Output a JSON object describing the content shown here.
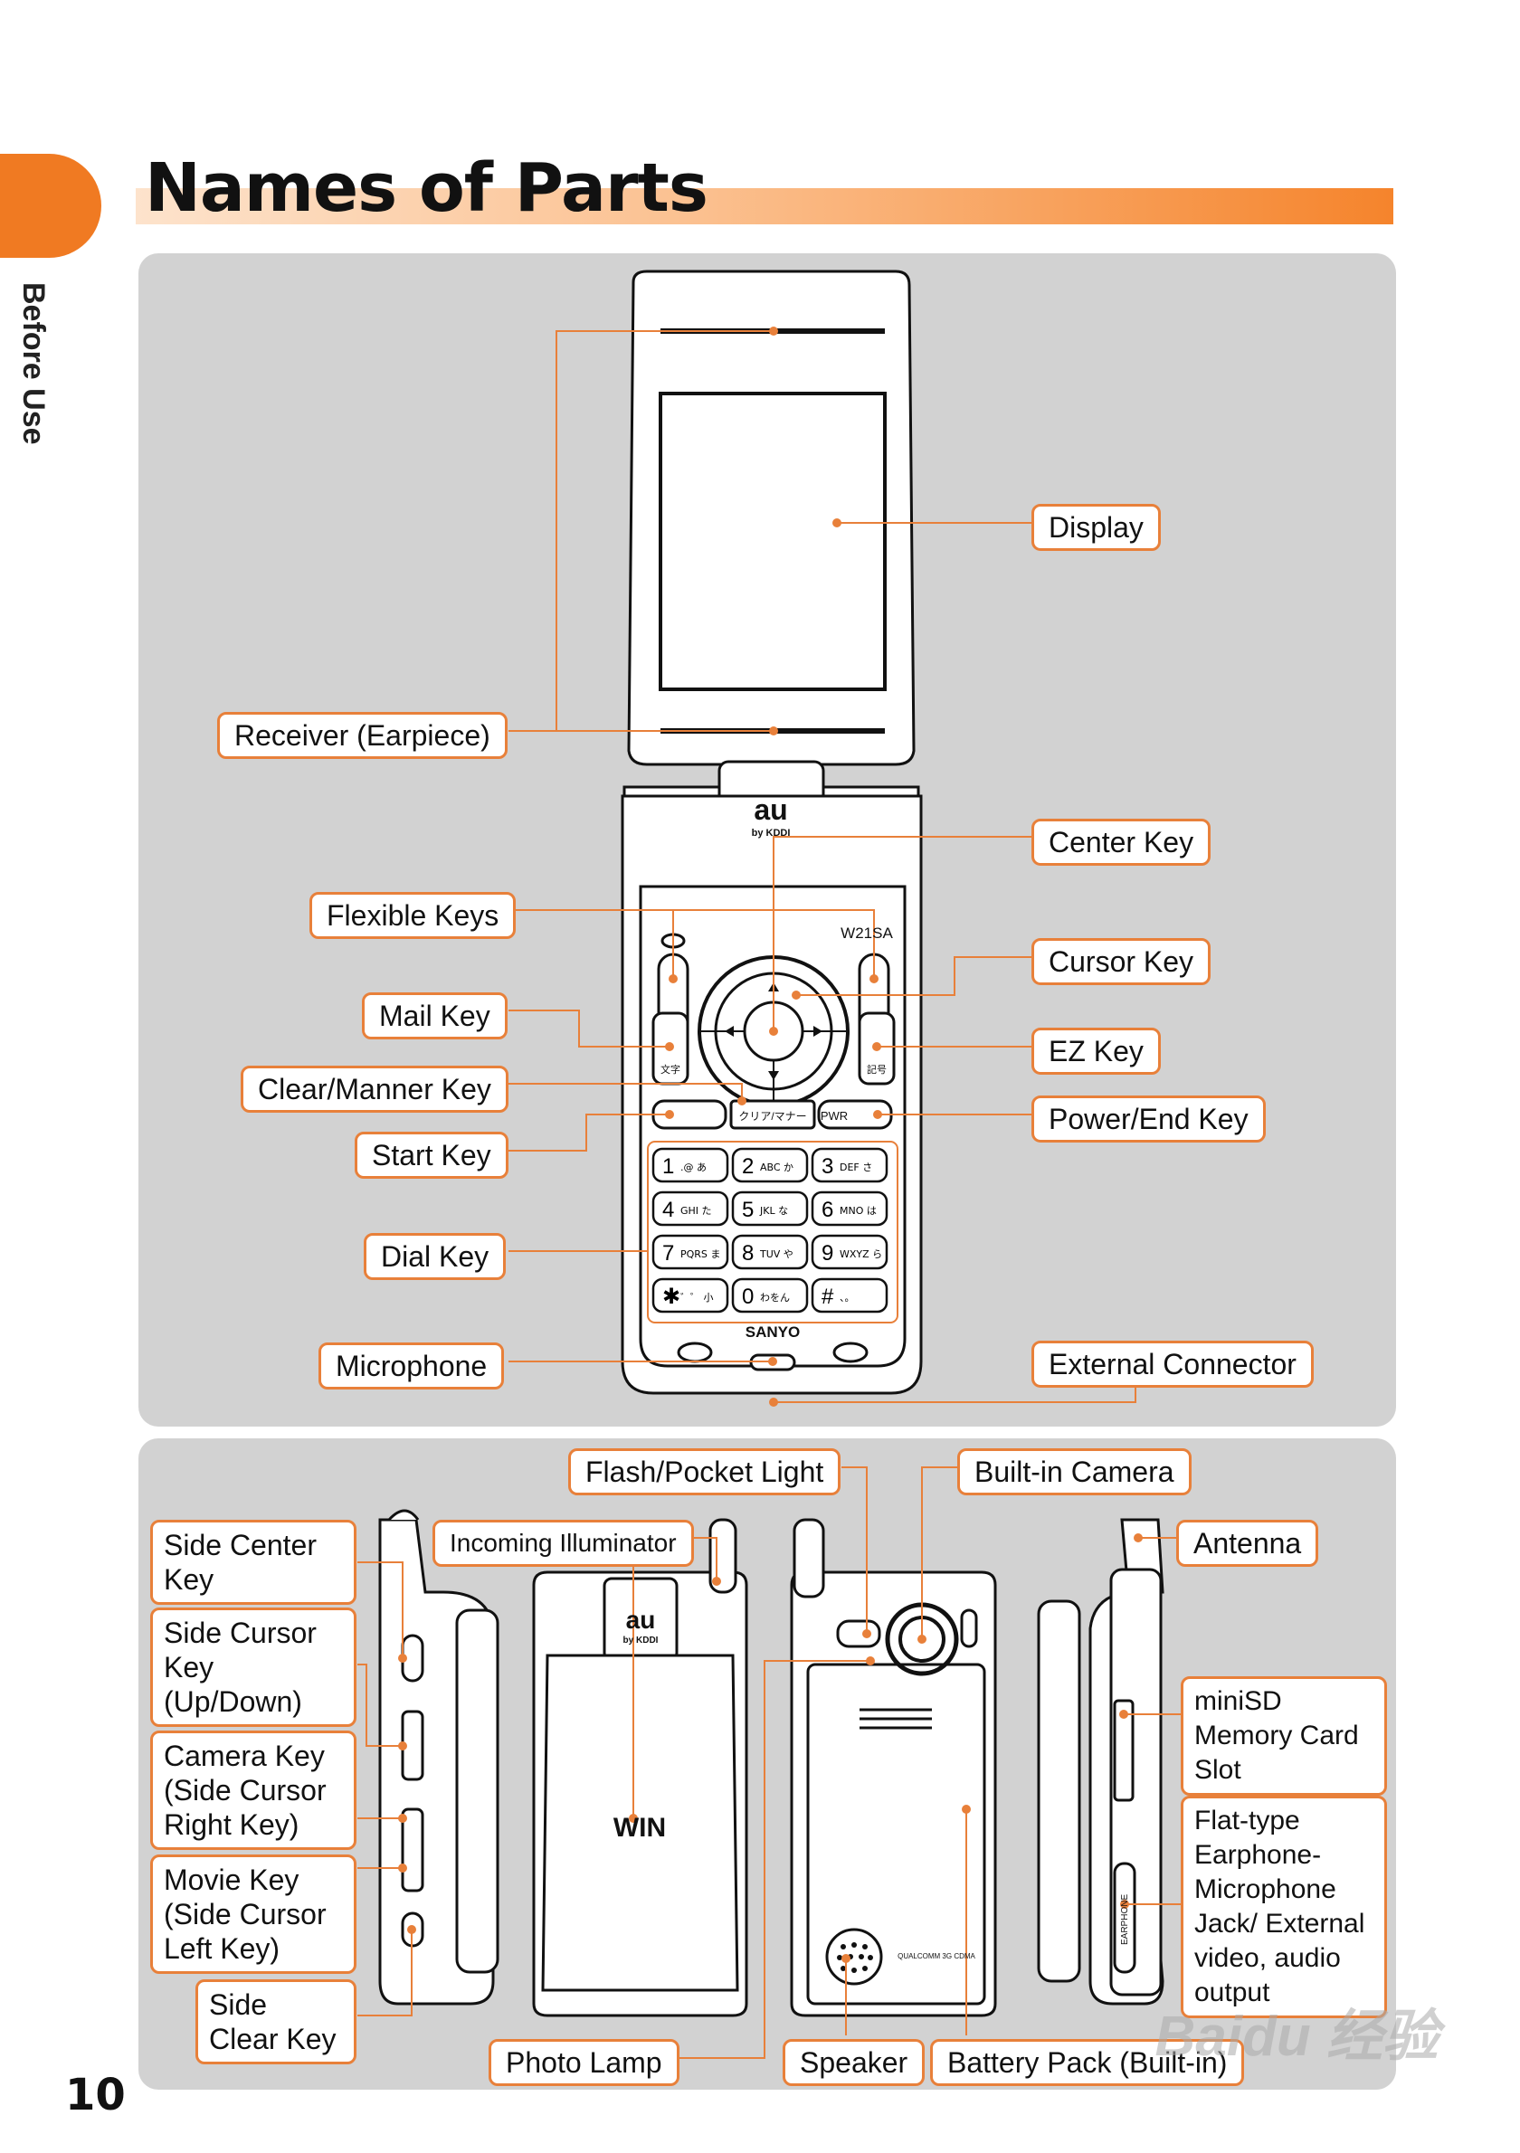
{
  "page": {
    "section_tab": "Before Use",
    "title": "Names of Parts",
    "page_number": "10"
  },
  "phone": {
    "brand_logo": "au",
    "brand_sub": "by KDDI",
    "model": "W21SA",
    "maker": "SANYO",
    "back_logo": "WIN",
    "chip_label": "QUALCOMM 3G CDMA",
    "side_port_label": "EARPHONE",
    "keys": [
      [
        "1",
        ".@ あ"
      ],
      [
        "2",
        "ABC か"
      ],
      [
        "3",
        "DEF さ"
      ],
      [
        "4",
        "GHI た"
      ],
      [
        "5",
        "JKL な"
      ],
      [
        "6",
        "MNO は"
      ],
      [
        "7",
        "PQRS ま"
      ],
      [
        "8",
        "TUV や"
      ],
      [
        "9",
        "WXYZ ら"
      ],
      [
        "✱",
        "゛゜ 小"
      ],
      [
        "0",
        "わをん"
      ],
      [
        "#",
        "、。"
      ]
    ],
    "soft_labels": {
      "mail": "文字",
      "ez": "記号",
      "clear": "クリア/マナー",
      "power": "PWR"
    }
  },
  "callouts_top": {
    "display": "Display",
    "receiver": "Receiver (Earpiece)",
    "center_key": "Center Key",
    "flexible_keys": "Flexible Keys",
    "cursor_key": "Cursor Key",
    "mail_key": "Mail Key",
    "ez_key": "EZ Key",
    "clear_manner_key": "Clear/Manner Key",
    "power_end_key": "Power/End Key",
    "start_key": "Start Key",
    "dial_key": "Dial Key",
    "microphone": "Microphone",
    "external_connector": "External Connector"
  },
  "callouts_bottom": {
    "flash_light": "Flash/Pocket Light",
    "builtin_camera": "Built-in Camera",
    "incoming_illuminator": "Incoming Illuminator",
    "antenna": "Antenna",
    "side_center_key": "Side Center Key",
    "side_cursor_key": "Side Cursor Key (Up/Down)",
    "camera_key": "Camera Key (Side Cursor Right Key)",
    "movie_key": "Movie Key (Side Cursor Left Key)",
    "side_clear_key": "Side Clear Key",
    "minisd_slot": "miniSD Memory Card Slot",
    "earphone_jack": "Flat-type Earphone-Microphone Jack/ External video, audio output",
    "photo_lamp": "Photo Lamp",
    "speaker": "Speaker",
    "battery_pack": "Battery Pack (Built-in)"
  },
  "watermark": "Baidu 经验",
  "colors": {
    "accent": "#f07a22",
    "panel": "#d2d2d2",
    "leader": "#e8803a"
  }
}
